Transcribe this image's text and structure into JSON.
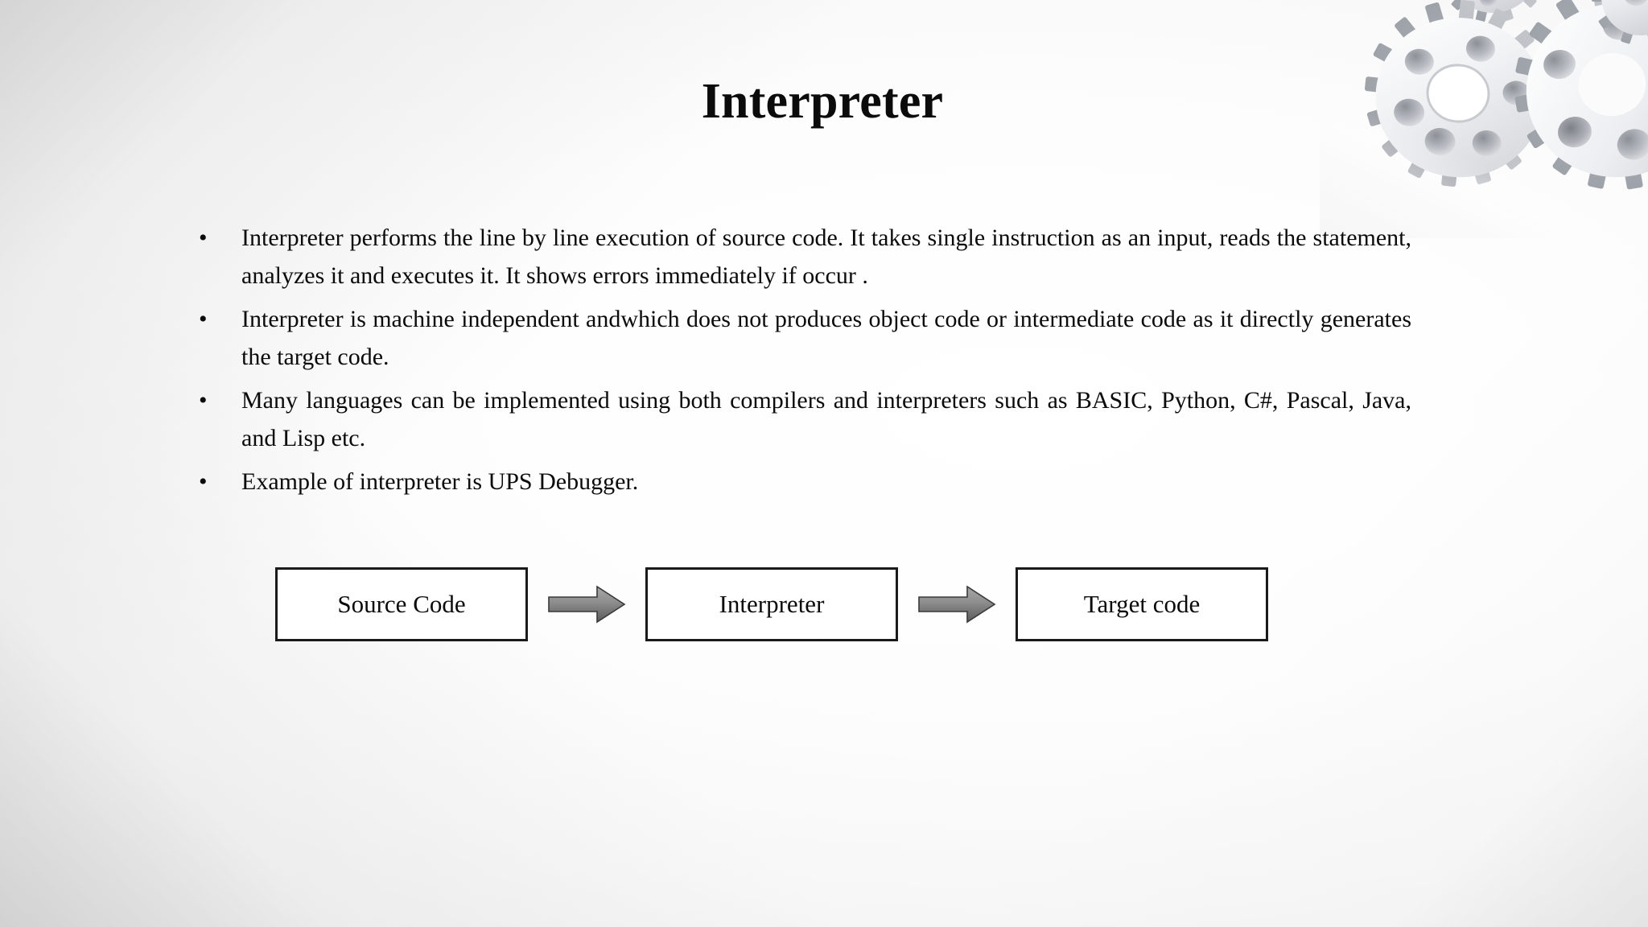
{
  "slide": {
    "title": "Interpreter",
    "bullet_marker": "•",
    "bullets": [
      {
        "text": "Interpreter performs the line by line execution of source code. It takes single instruction as an input, reads the statement, analyzes it and executes it. It shows errors immediately if occur .",
        "justified": true
      },
      {
        "text": "Interpreter is machine independent andwhich does not produces object code or intermediate code as it directly generates the target code.",
        "justified": true
      },
      {
        "text": "Many languages can be implemented using both compilers and interpreters such as BASIC, Python, C#, Pascal, Java, and Lisp etc.",
        "justified": true
      },
      {
        "text": "Example of interpreter is UPS Debugger.",
        "justified": false
      }
    ],
    "diagram": {
      "source_box": "Source Code",
      "mid_box": "Interpreter",
      "target_box": "Target code",
      "arrow_1": "right-arrow",
      "arrow_2": "right-arrow"
    },
    "decoration": {
      "gears": "gears-image"
    },
    "colors": {
      "text": "#0b0b0b",
      "box_border": "#1a1a1a",
      "arrow_light": "#9c9c9c",
      "arrow_dark": "#5e5e5e",
      "background_light": "#ffffff",
      "background_edge": "#dedede"
    }
  }
}
